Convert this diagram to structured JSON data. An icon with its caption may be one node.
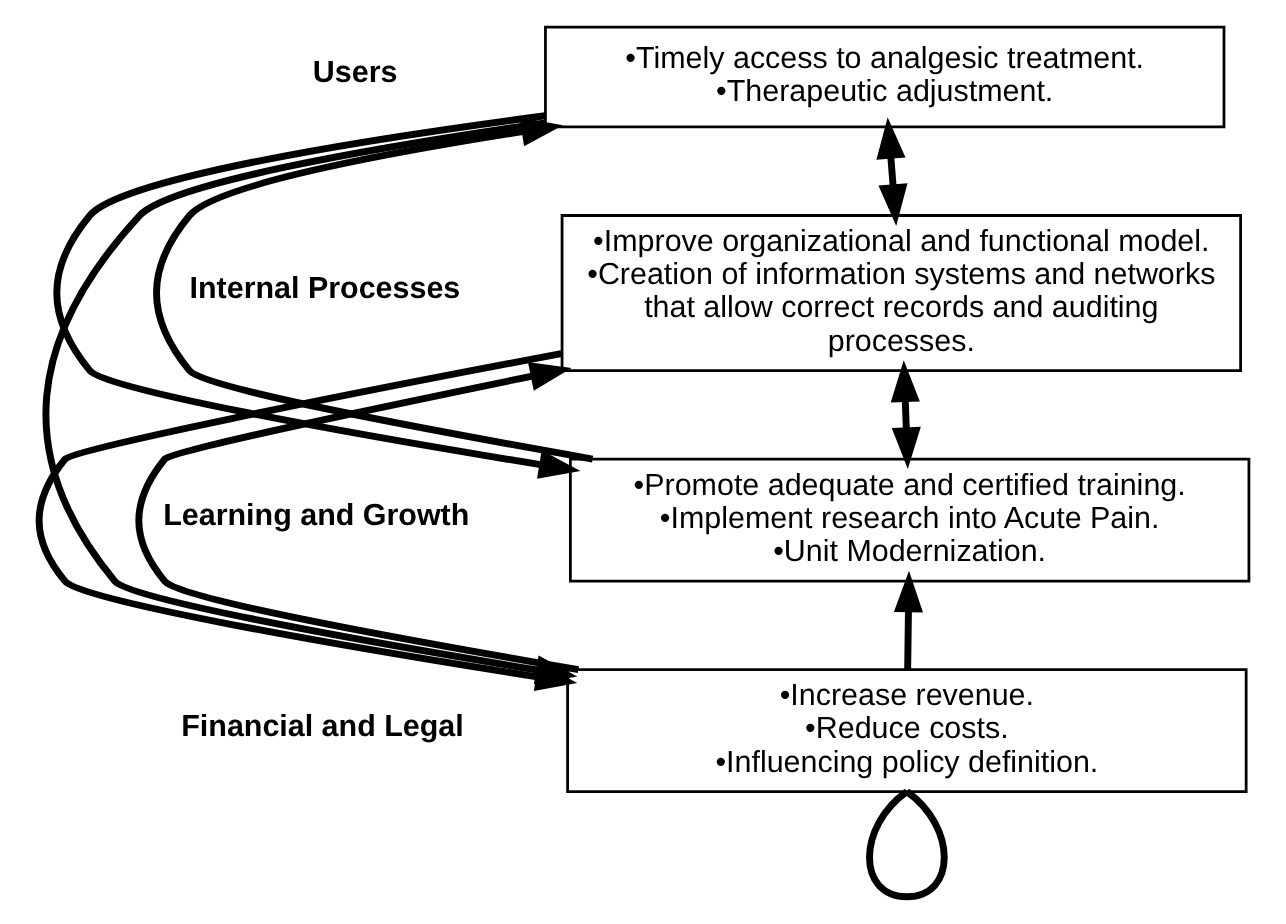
{
  "diagram": {
    "nodes": [
      {
        "text": [
          "•Timely access to analgesic treatment. •Therapeutic adjustment."
        ]
      },
      {
        "text": [
          "•Improve organizational and functional model. •Creation of information systems and networks that allow correct records and auditing processes."
        ]
      },
      {
        "text": [
          "•Promote adequate and certified training. •Implement research into Acute Pain. •Unit Modernization."
        ]
      },
      {
        "text": [
          "•Increase revenue. •Reduce costs. •Influencing policy definition."
        ]
      }
    ],
    "edges": [
      {
        "from": 0,
        "to": 1,
        "arrow": "both"
      },
      {
        "from": 1,
        "to": 2,
        "arrow": "both"
      },
      {
        "from": 3,
        "to": 2,
        "arrow": "to"
      },
      {
        "from": 0,
        "to": 2,
        "arrow": "to"
      },
      {
        "from": 0,
        "to": 3,
        "arrow": "to"
      },
      {
        "from": 3,
        "to": 1,
        "arrow": "to"
      },
      {
        "from": 2,
        "to": 0,
        "arrow": "to"
      },
      {
        "from": 1,
        "to": 3,
        "arrow": "to"
      },
      {
        "from": 3,
        "to": 3,
        "arrow": "none"
      }
    ],
    "labels": [
      "Users",
      "Internal Processes",
      "Learning and Growth",
      "Financial and Legal"
    ]
  }
}
